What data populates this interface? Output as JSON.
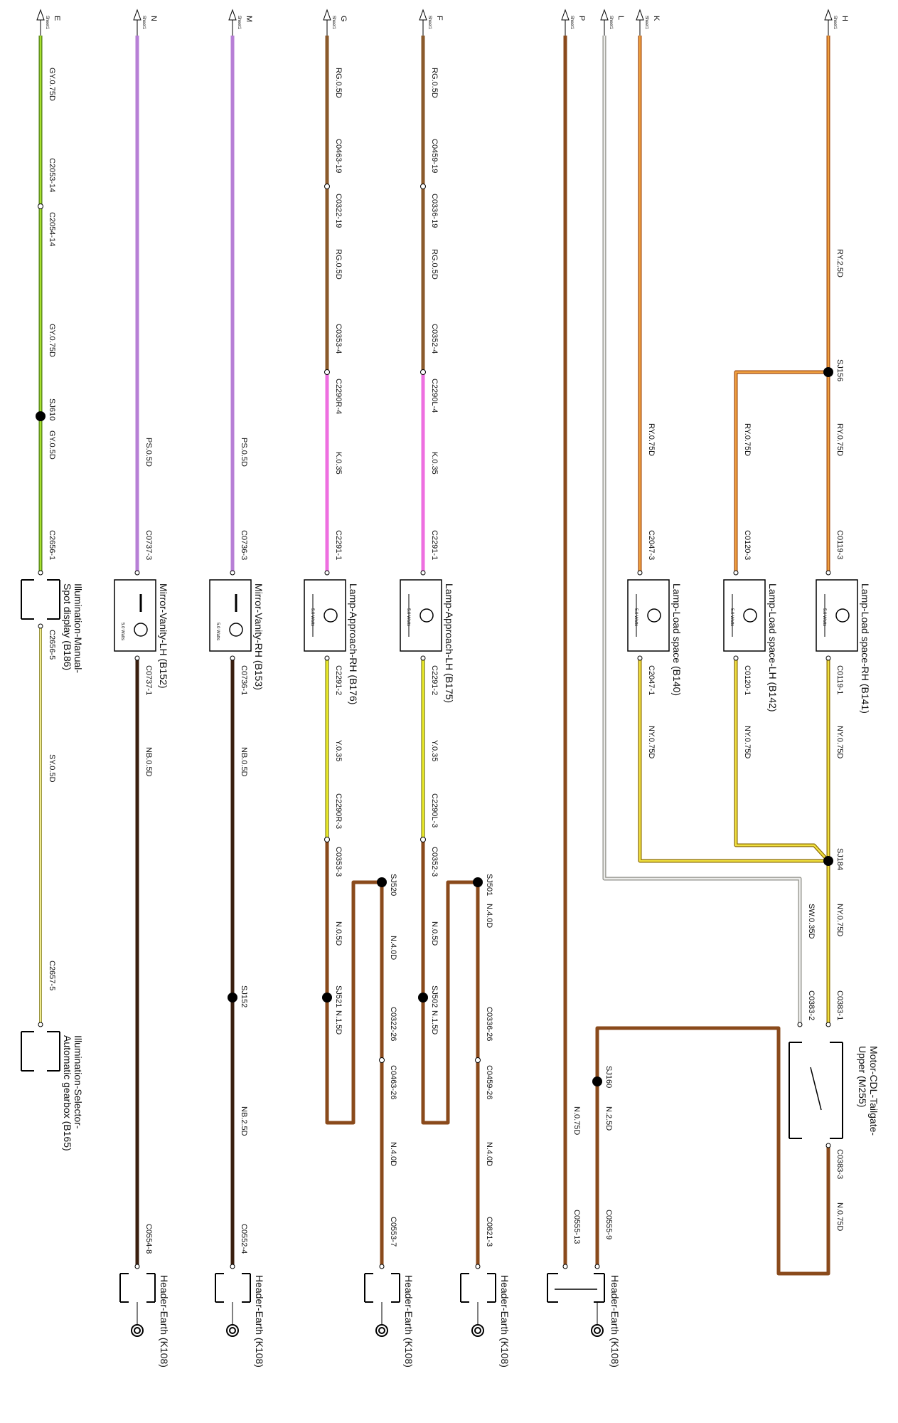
{
  "connectors": [
    {
      "letter": "H",
      "sheet": "Sheet1"
    },
    {
      "letter": "K",
      "sheet": "Sheet1"
    },
    {
      "letter": "L",
      "sheet": "Sheet1"
    },
    {
      "letter": "P",
      "sheet": "Sheet1"
    },
    {
      "letter": "F",
      "sheet": "Sheet1"
    },
    {
      "letter": "G",
      "sheet": "Sheet1"
    },
    {
      "letter": "M",
      "sheet": "Sheet1"
    },
    {
      "letter": "N",
      "sheet": "Sheet1"
    },
    {
      "letter": "E",
      "sheet": "Sheet1"
    }
  ],
  "wire_labels": {
    "h_ry25": "RY.2.5D",
    "h_ry075": "RY.0.75D",
    "b142_ry": "RY.0.75D",
    "k_ry": "RY.0.75D",
    "b141_ny": "NY.0.75D",
    "b142_ny": "NY.0.75D",
    "b140_ny": "NY.0.75D",
    "sj184_ny": "NY.0.75D",
    "l_sw": "SW.0.35D",
    "m255_n": "N.0.75D",
    "sj160_n25": "N.2.5D",
    "p_n075": "N.0.75D",
    "f_rg1": "RG.0.5D",
    "f_rg2": "RG.0.5D",
    "f_k": "K.0.35",
    "b175_y": "Y.0.35",
    "f_n05": "N.0.5D",
    "f_n15": "N.1.5D",
    "sj501_n4": "N.4.0D",
    "b175_n4": "N.4.0D",
    "g_rg1": "RG.0.5D",
    "g_rg2": "RG.0.5D",
    "g_k": "K.0.35",
    "b176_y": "Y.0.35",
    "g_n05": "N.0.5D",
    "g_n15": "N.1.5D",
    "sj520_n4": "N.4.0D",
    "b176_n4": "N.4.0D",
    "m_ps": "PS.0.5D",
    "m_nb05": "NB.0.5D",
    "m_nb25": "NB.2.5D",
    "n_ps": "PS.0.5D",
    "n_nb05": "NB.0.5D",
    "e_gy1": "GY.0.75D",
    "e_gy2": "GY.0.75D",
    "e_gy05": "GY.0.5D",
    "e_sy": "SY.0.5D"
  },
  "connector_pins": {
    "c0119_3": "C0119-3",
    "c0119_1": "C0119-1",
    "c0120_3": "C0120-3",
    "c0120_1": "C0120-1",
    "c2047_3": "C2047-3",
    "c2047_1": "C2047-1",
    "c0383_1": "C0383-1",
    "c0383_2": "C0383-2",
    "c0383_3": "C0383-3",
    "c0555_9": "C0555-9",
    "c0555_13": "C0555-13",
    "c0459_19": "C0459-19",
    "c0336_19": "C0336-19",
    "c0352_4": "C0352-4",
    "c2290l_4": "C2290L-4",
    "c2291_1a": "C2291-1",
    "c2291_2a": "C2291-2",
    "c2290l_3": "C2290L-3",
    "c0352_3": "C0352-3",
    "c0336_26": "C0336-26",
    "c0459_26": "C0459-26",
    "c0821_3": "C0821-3",
    "c0463_19": "C0463-19",
    "c0322_19": "C0322-19",
    "c0353_4": "C0353-4",
    "c2290r_4": "C2290R-4",
    "c2291_1b": "C2291-1",
    "c2291_2b": "C2291-2",
    "c2290r_3": "C2290R-3",
    "c0353_3": "C0353-3",
    "c0322_26": "C0322-26",
    "c0463_26": "C0463-26",
    "c0553_7": "C0553-7",
    "c0736_3": "C0736-3",
    "c0736_1": "C0736-1",
    "c0552_4": "C0552-4",
    "c0737_3": "C0737-3",
    "c0737_1": "C0737-1",
    "c0554_8": "C0554-8",
    "c2053_14": "C2053-14",
    "c2054_14": "C2054-14",
    "c2656_1": "C2656-1",
    "c2656_5": "C2656-5",
    "c2657_5": "C2657-5"
  },
  "splices": [
    "SJ156",
    "SJ184",
    "SJ160",
    "SJ501",
    "SJ502",
    "SJ520",
    "SJ521",
    "SJ152",
    "SJ610"
  ],
  "components": {
    "b141": "Lamp-Load space-RH (B141)",
    "b142": "Lamp-Load space-LH (B142)",
    "b140": "Lamp-Load space (B140)",
    "m255_a": "Motor-CDL-Tailgate-",
    "m255_b": "Upper (M255)",
    "b175": "Lamp-Approach-LH (B175)",
    "b176": "Lamp-Approach-RH (B176)",
    "b153": "Mirror-Vanity-RH (B153)",
    "b152": "Mirror-Vanity-LH (B152)",
    "b186_a": "Illumination-Manual-",
    "b186_b": "Spot display (B186)",
    "b165_a": "Illumination-Selector-",
    "b165_b": "Automatic gearbox (B165)",
    "earth": "Header-Earth (K108)",
    "watts": "5.0 Watts"
  },
  "wire_colors": {
    "RY": "#e87a1e",
    "NY": "#c9a400",
    "N": "#8a4a1b",
    "SW": "#b8b8b0",
    "RG": "#8b5a2b",
    "K": "#ee6fe0",
    "Y": "#e8e820",
    "PS": "#b77fd6",
    "NB": "#3a1f0f",
    "GY": "#88cc22",
    "SY": "#e6e070"
  }
}
